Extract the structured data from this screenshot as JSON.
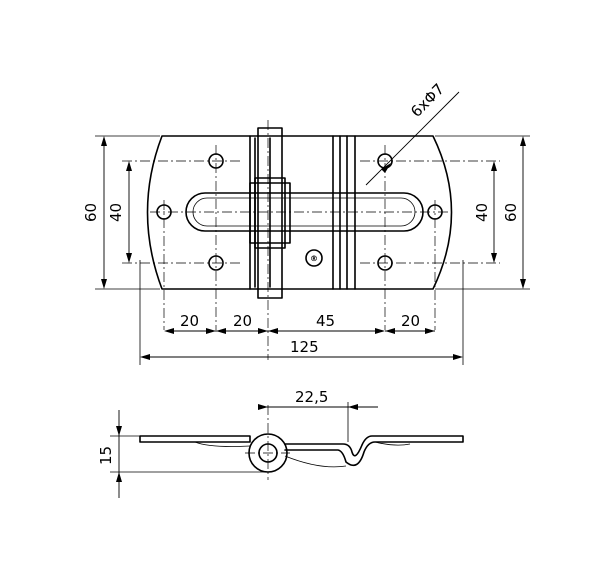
{
  "diagram": {
    "plan_view": {
      "dim_overall_height_left": "60",
      "dim_hole_spacing_left": "40",
      "dim_hole_spacing_right": "40",
      "dim_overall_height_right": "60",
      "dim_hole_callout": "6xΦ7",
      "dim_h1": "20",
      "dim_h2": "20",
      "dim_h3": "45",
      "dim_h4": "20",
      "dim_overall_length": "125",
      "logo_mark": "®"
    },
    "side_view": {
      "dim_thickness": "15",
      "dim_offset": "22,5"
    }
  }
}
